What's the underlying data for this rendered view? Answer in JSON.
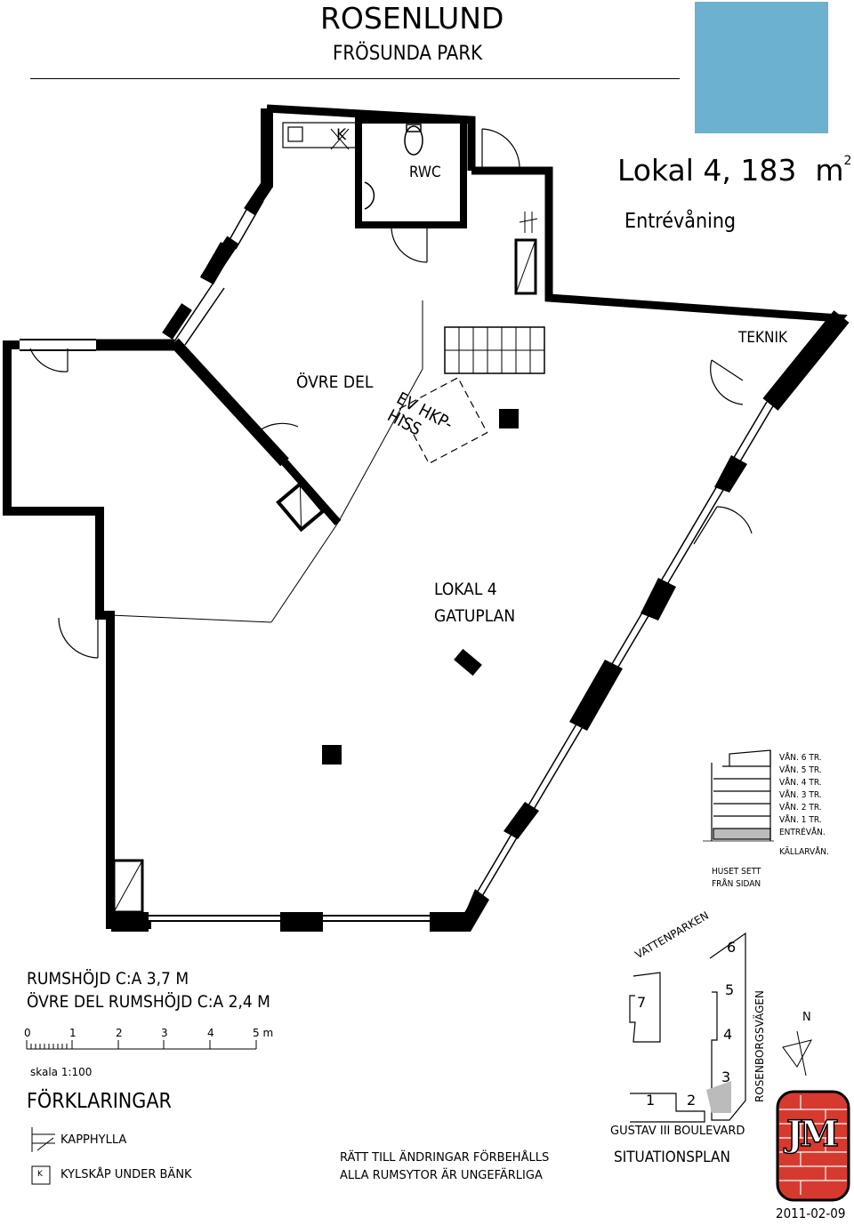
{
  "header": {
    "title": "ROSENLUND",
    "subtitle": "FRÖSUNDA PARK",
    "accent_color": "#6cb1cf"
  },
  "unit": {
    "label": "Lokal 4, 183",
    "unit": "m",
    "sup": "2",
    "floor": "Entrévåning"
  },
  "rooms": {
    "rwc": "RWC",
    "k_label": "K",
    "ovre_del": "ÖVRE DEL",
    "hiss_line1": "EV HKP-",
    "hiss_line2": "HISS",
    "teknik": "TEKNIK",
    "lokal": "LOKAL 4",
    "gatuplan": "GATUPLAN"
  },
  "floors": {
    "items": [
      "VÅN. 6 TR.",
      "VÅN. 5 TR.",
      "VÅN. 4 TR.",
      "VÅN. 3 TR.",
      "VÅN. 2 TR.",
      "VÅN. 1 TR.",
      "ENTRÉVÅN.",
      "KÄLLARVÅN."
    ],
    "caption_line1": "HUSET SETT",
    "caption_line2": "FRÅN SIDAN"
  },
  "heights": {
    "line1": "RUMSHÖJD C:A 3,7 M",
    "line2": "ÖVRE DEL RUMSHÖJD C:A 2,4 M"
  },
  "scale": {
    "ticks": [
      "0",
      "1",
      "2",
      "3",
      "4",
      "5 m"
    ],
    "label": "skala 1:100"
  },
  "legend": {
    "title": "FÖRKLARINGAR",
    "kapphylla": "KAPPHYLLA",
    "kylskap": "KYLSKÅP UNDER BÄNK",
    "k_icon": "K"
  },
  "notes": {
    "line1": "RÄTT TILL ÄNDRINGAR FÖRBEHÅLLS",
    "line2": "ALLA RUMSYTOR ÄR UNGEFÄRLIGA"
  },
  "site": {
    "vattenparken": "VATTENPARKEN",
    "rosenborgsvagen": "ROSENBORGSVÄGEN",
    "gustav": "GUSTAV III BOULEVARD",
    "title": "SITUATIONSPLAN",
    "north": "N",
    "numbers": {
      "n1": "1",
      "n2": "2",
      "n3": "3",
      "n4": "4",
      "n5": "5",
      "n6": "6",
      "n7": "7"
    }
  },
  "logo": {
    "letters": "JM",
    "brick_color": "#d63a2f"
  },
  "date": "2011-02-09"
}
